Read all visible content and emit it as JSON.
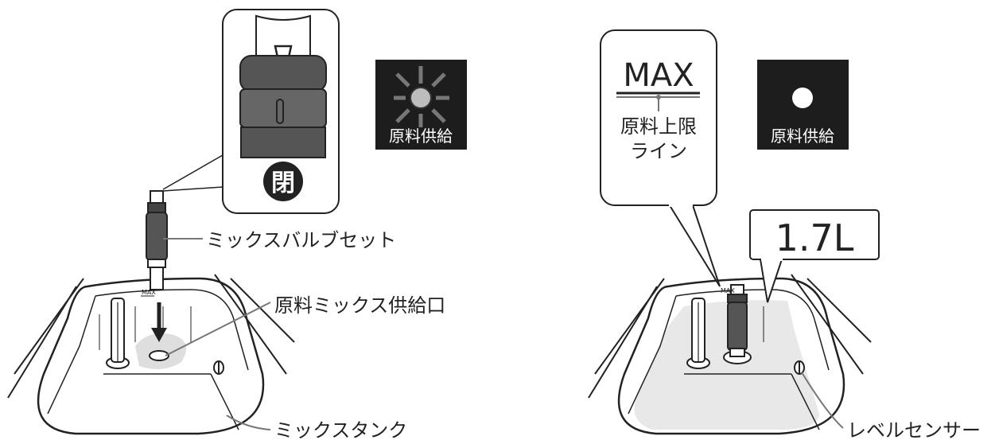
{
  "left": {
    "valve_state_mark": "閉",
    "indicator_label": "原料供給",
    "callouts": {
      "valve": "ミックスバルブセット",
      "inlet": "原料ミックス供給口",
      "tank": "ミックスタンク"
    },
    "small_max": "MAX"
  },
  "right": {
    "max_label": "MAX",
    "max_caption_line1": "原料上限",
    "max_caption_line2": "ライン",
    "indicator_label": "原料供給",
    "volume": "1.7L",
    "callouts": {
      "sensor": "レベルセンサー"
    },
    "small_max": "MAX"
  },
  "colors": {
    "ink": "#222222",
    "grey_fill": "#555555",
    "panel": "#1d1d1d",
    "liquid": "#e8e8e8"
  }
}
